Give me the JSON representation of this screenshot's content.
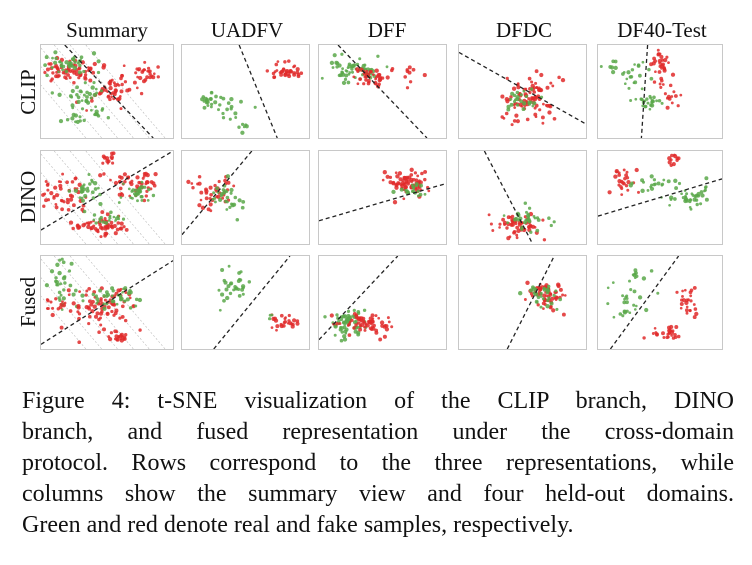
{
  "figure": {
    "columns": [
      "Summary",
      "UADFV",
      "DFF",
      "DFDC",
      "DF40-Test"
    ],
    "rows": [
      "CLIP",
      "DINO",
      "Fused"
    ],
    "colors": {
      "real": "#5aa84a",
      "fake": "#e02a2a",
      "boundary": "#222222",
      "frame": "#c8c8c8"
    },
    "legend_meaning": {
      "green": "real",
      "red": "fake"
    }
  },
  "caption": {
    "lines": [
      "Figure 4: t-SNE visualization of the CLIP branch, DINO",
      "branch, and fused representation under the cross-domain",
      "protocol. Rows correspond to the three representations, while",
      "columns show the summary view and four held-out domains.",
      "Green and red denote real and fake samples, respectively."
    ]
  }
}
